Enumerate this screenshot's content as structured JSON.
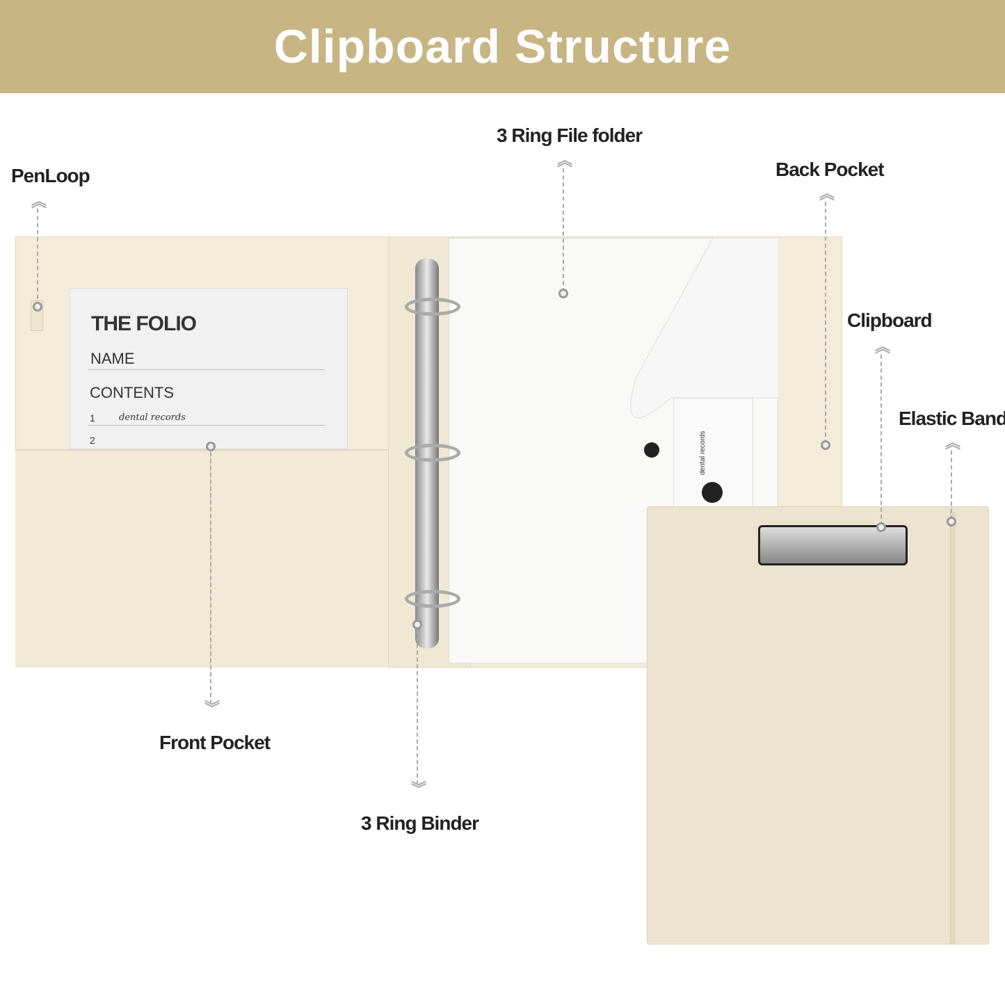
{
  "header": {
    "title": "Clipboard Structure",
    "background": "#c8b584"
  },
  "labels": {
    "pen_loop": "PenLoop",
    "ring_file_folder": "3 Ring File folder",
    "back_pocket": "Back Pocket",
    "clipboard": "Clipboard",
    "elastic_band": "Elastic Band",
    "front_pocket": "Front Pocket",
    "ring_binder": "3 Ring Binder"
  },
  "insert_card": {
    "title": "THE FOLIO",
    "name": "NAME",
    "contents": "CONTENTS",
    "line1_num": "1",
    "line1_text": "dental records",
    "line2_num": "2"
  },
  "envelope_label": {
    "text": "dental records"
  }
}
